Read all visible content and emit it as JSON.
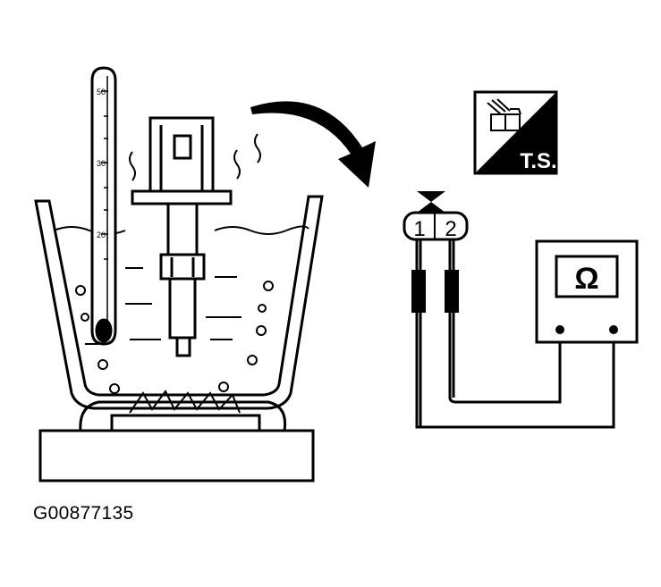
{
  "figure_code": "G00877135",
  "thermometer": {
    "scale_labels": [
      "50",
      "30",
      "20"
    ]
  },
  "connector": {
    "pins": [
      "1",
      "2"
    ]
  },
  "badge": {
    "text": "T.S."
  },
  "meter": {
    "symbol": "Ω"
  },
  "colors": {
    "ink": "#000000",
    "paper": "#ffffff"
  }
}
